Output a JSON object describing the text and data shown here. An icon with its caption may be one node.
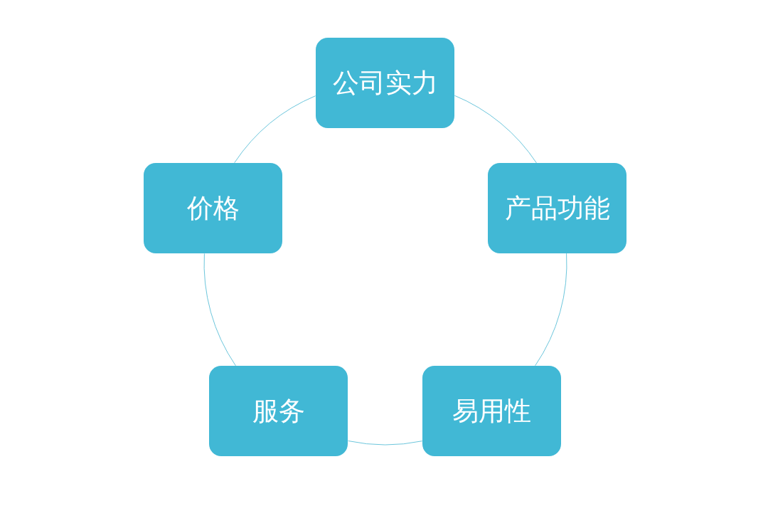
{
  "diagram": {
    "nodes": [
      {
        "text": [
          "公司实力"
        ]
      },
      {
        "text": [
          "产品功能"
        ]
      },
      {
        "text": [
          "易用性"
        ]
      },
      {
        "text": [
          "服务"
        ]
      },
      {
        "text": [
          "价格"
        ]
      }
    ],
    "edges": [
      {
        "from": 0,
        "to": 1,
        "arrow": "none"
      },
      {
        "from": 1,
        "to": 2,
        "arrow": "none"
      },
      {
        "from": 2,
        "to": 3,
        "arrow": "none"
      },
      {
        "from": 3,
        "to": 4,
        "arrow": "none"
      },
      {
        "from": 4,
        "to": 0,
        "arrow": "none"
      }
    ]
  }
}
